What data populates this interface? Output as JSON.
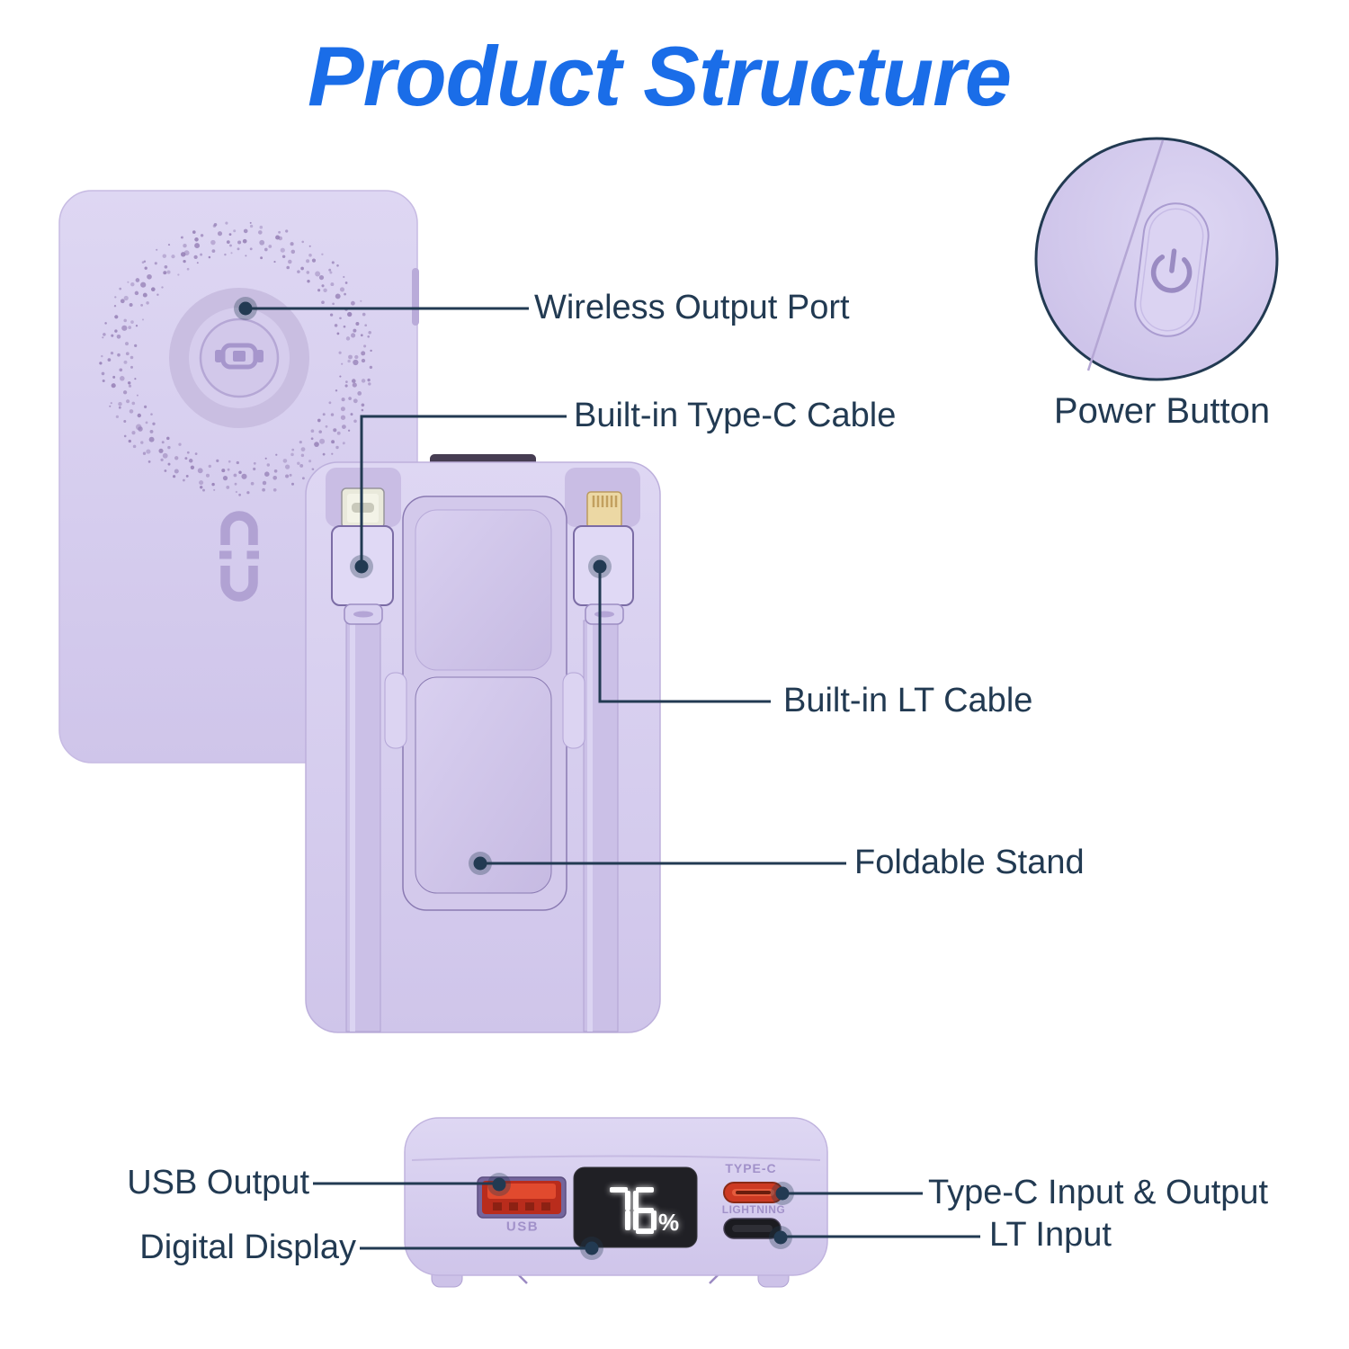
{
  "title": "Product Structure",
  "callouts": {
    "wireless_output_port": "Wireless Output Port",
    "built_in_type_c_cable": "Built-in Type-C Cable",
    "built_in_lt_cable": "Built-in LT Cable",
    "foldable_stand": "Foldable Stand",
    "power_button": "Power Button",
    "usb_output": "USB Output",
    "digital_display": "Digital Display",
    "type_c_input_output": "Type-C Input & Output",
    "lt_input": "LT Input"
  },
  "bottom_view": {
    "usb_port_label": "USB",
    "type_c_port_label": "TYPE-C",
    "lightning_port_label": "LIGHTNING",
    "display_value": "76",
    "display_unit": "%"
  },
  "colors": {
    "title_blue": "#1a6de8",
    "label_navy": "#223a52",
    "device_lavender": "#d7cfee",
    "usb_red": "#c9301e",
    "type_c_port_red": "#cd3a23",
    "lightning_port_black": "#1b1b20",
    "display_bg": "#202025"
  }
}
